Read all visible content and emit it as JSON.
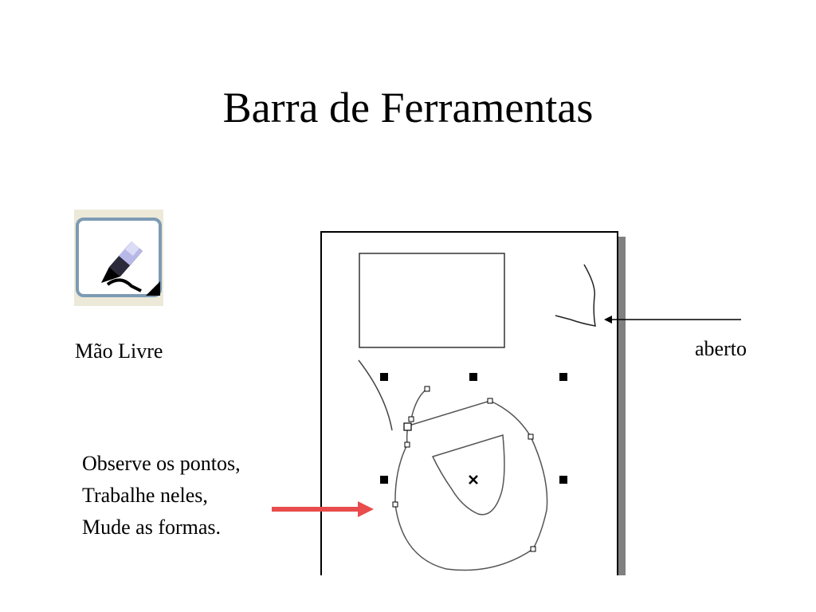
{
  "slide": {
    "title": "Barra de Ferramentas"
  },
  "tool": {
    "label": "Mão Livre",
    "icon": "freehand-pencil-icon"
  },
  "annotations": {
    "open_label": "aberto",
    "instructions": [
      "Observe os pontos,",
      "Trabalhe neles,",
      "Mude as formas."
    ]
  },
  "colors": {
    "arrow_red": "#e84c4c",
    "icon_border": "#7d9ab4",
    "icon_bg": "#ece9d8",
    "panel_shadow": "#808080"
  }
}
